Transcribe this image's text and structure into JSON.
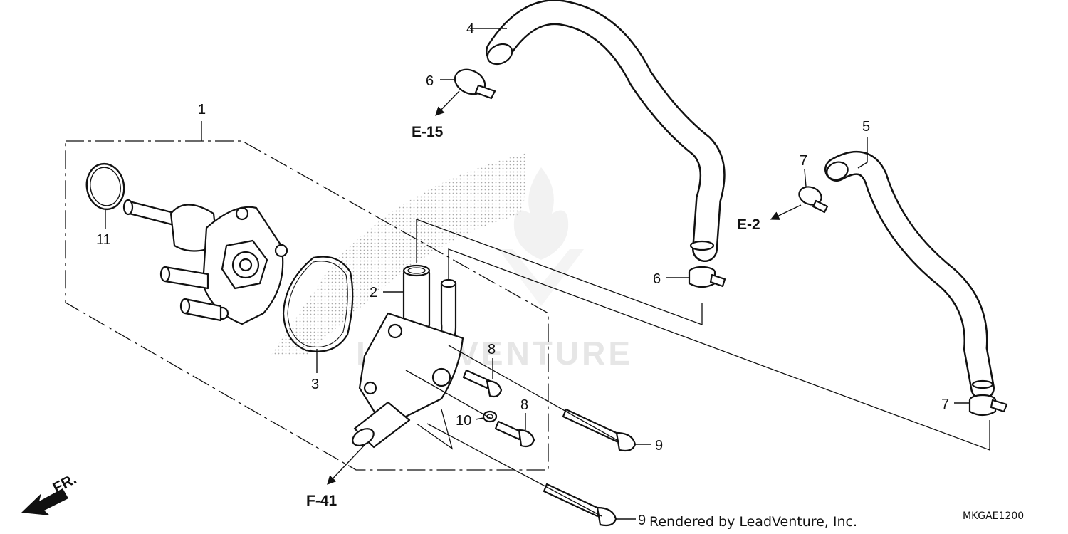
{
  "callouts": {
    "c1": "1",
    "c2": "2",
    "c3": "3",
    "c4": "4",
    "c5": "5",
    "c6a": "6",
    "c6b": "6",
    "c7a": "7",
    "c7b": "7",
    "c8a": "8",
    "c8b": "8",
    "c9a": "9",
    "c9b": "9",
    "c10": "10",
    "c11": "11"
  },
  "references": {
    "e15": "E-15",
    "e2": "E-2",
    "f41": "F-41"
  },
  "front_marker": "FR.",
  "credit": "Rendered by LeadVenture, Inc.",
  "diagram_code": "MKGAE1200",
  "watermark": "LEADVENTURE",
  "icons": [
    "front-direction-arrow-icon",
    "reference-arrow-icon",
    "watermark-flame-logo-icon"
  ]
}
